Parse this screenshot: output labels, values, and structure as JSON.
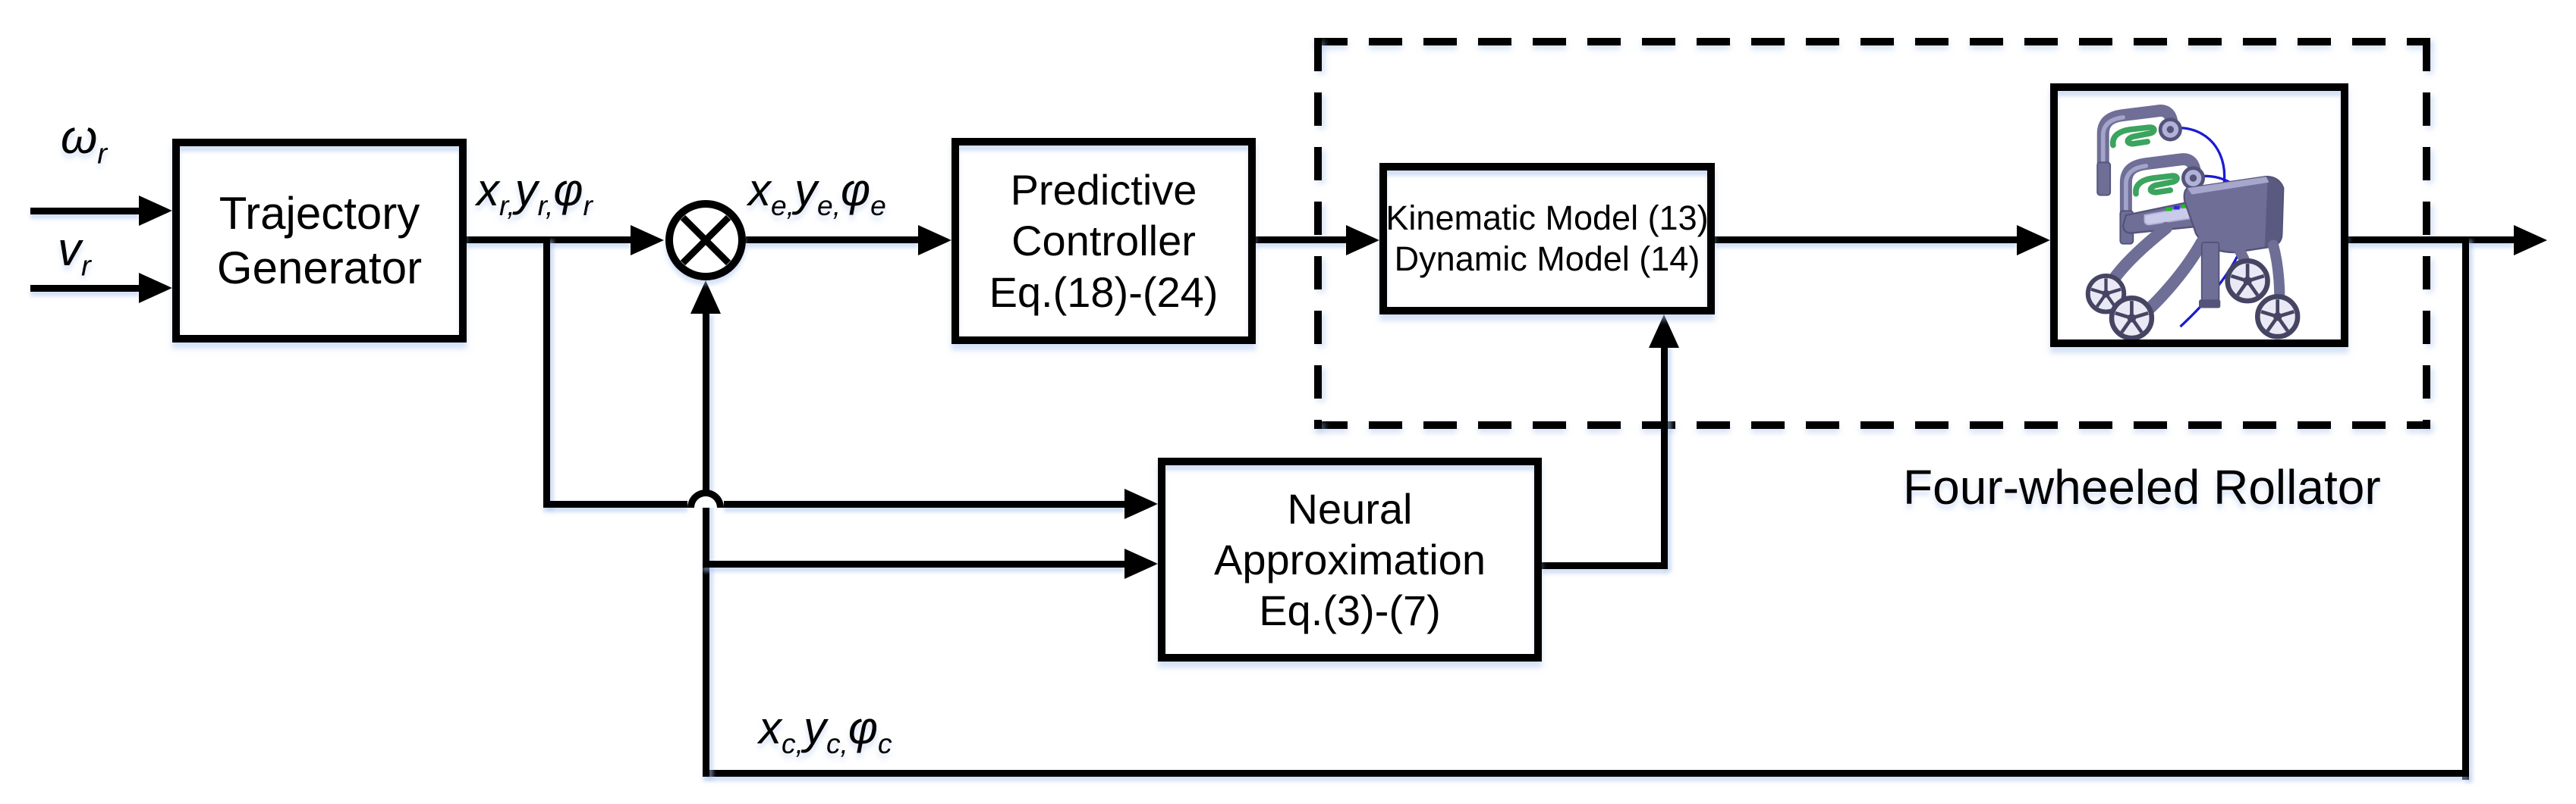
{
  "figure": {
    "type": "control-block-diagram",
    "background": "#ffffff",
    "colors": {
      "line": "#000000",
      "text": "#000000",
      "shadow": "rgba(170,195,240,0.5)",
      "rollator-body": "#6e6e96",
      "rollator-body-dark": "#54547a",
      "rollator-body-light": "#b2b2d8",
      "rollator-slot": "#cacaeb",
      "rollator-grip": "#3ba45e",
      "rollator-cable": "#1b1bd0",
      "rollator-wheel": "#454563",
      "rollator-wheel-fill": "#e9e9f5"
    },
    "blocks": {
      "trajectory_generator": {
        "line1": "Trajectory",
        "line2": "Generator"
      },
      "predictive_controller": {
        "line1": "Predictive",
        "line2": "Controller",
        "line3": "Eq.(18)-(24)"
      },
      "robot_model": {
        "line1": "Kinematic Model (13)",
        "line2": "Dynamic Model (14)"
      },
      "neural_approximation": {
        "line1": "Neural",
        "line2": "Approximation",
        "line3": "Eq.(3)-(7)"
      }
    },
    "caption": "Four-wheeled Rollator",
    "signals": {
      "omega_ref": [
        {
          "b": "ω",
          "s": "r"
        }
      ],
      "v_ref": [
        {
          "b": "v",
          "s": "r"
        }
      ],
      "pose_ref": [
        {
          "b": "x",
          "s": "r,"
        },
        {
          "b": "y",
          "s": "r,"
        },
        {
          "b": "φ",
          "s": "r"
        }
      ],
      "pose_error": [
        {
          "b": "x",
          "s": "e,"
        },
        {
          "b": "y",
          "s": "e,"
        },
        {
          "b": "φ",
          "s": "e"
        }
      ],
      "pose_actual": [
        {
          "b": "x",
          "s": "c,"
        },
        {
          "b": "y",
          "s": "c,"
        },
        {
          "b": "φ",
          "s": "c"
        }
      ]
    },
    "icons": {
      "sum_junction": "circle-with-diagonal-cross",
      "rollator": "four-wheeled-rollator-3d-drawing"
    }
  }
}
